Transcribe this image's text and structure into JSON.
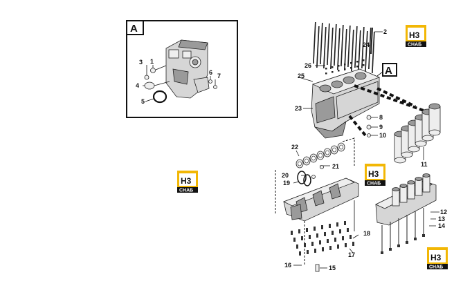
{
  "callouts": {
    "c1": "1",
    "c2": "2",
    "c3": "3",
    "c4": "4",
    "c5": "5",
    "c6": "6",
    "c7": "7",
    "c8": "8",
    "c9": "9",
    "c10": "10",
    "c11": "11",
    "c12": "12",
    "c13": "13",
    "c14": "14",
    "c15": "15",
    "c16": "16",
    "c17": "17",
    "c18": "18",
    "c19": "19",
    "c20": "20",
    "c21": "21",
    "c22": "22",
    "c23": "23",
    "c24": "24",
    "c25": "25",
    "c26": "26"
  },
  "detail": {
    "inset_letter": "A",
    "main_letter": "A"
  },
  "watermark": {
    "top": "H3",
    "bottom": "CHAБ"
  },
  "colors": {
    "logo_yellow": "#f2b705",
    "logo_dark": "#111111",
    "ink": "#111111"
  }
}
